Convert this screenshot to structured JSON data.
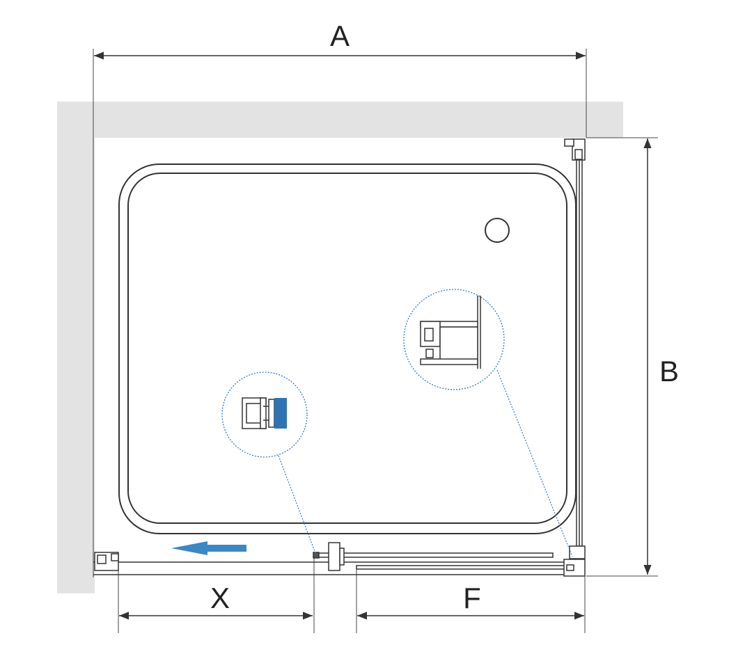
{
  "labels": {
    "width_total": "A",
    "depth_total": "B",
    "opening": "X",
    "fixed_panel": "F"
  },
  "colors": {
    "wall": "#e3e3e3",
    "line": "#333333",
    "detail_circle": "#3a78b5",
    "arrow": "#3a88c6",
    "profile_seal": "#2f73b4"
  },
  "icons": {
    "direction_arrow": "slide-left-arrow",
    "drain": "drain-icon"
  }
}
